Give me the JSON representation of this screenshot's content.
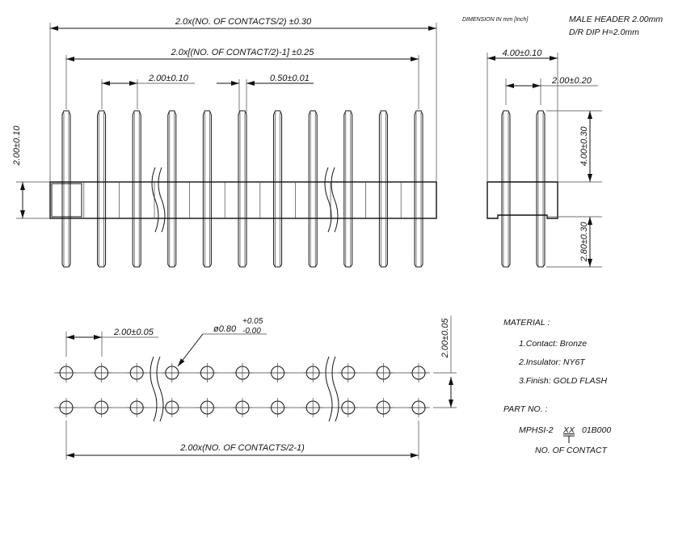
{
  "header": {
    "units_note": "DIMENSION IN mm [Inch]",
    "title_line1": "MALE HEADER 2.00mm",
    "title_line2": "D/R DIP H=2.0mm"
  },
  "front_view": {
    "overall_length": "2.0x(NO. OF CONTACTS/2) ±0.30",
    "pin_span": "2.0x[(NO. OF CONTACT/2)-1] ±0.25",
    "pitch": "2.00±0.10",
    "pin_width": "0.50±0.01",
    "body_height": "2.00±0.10",
    "pin_count_shown": 11
  },
  "side_view": {
    "body_width": "4.00±0.10",
    "row_pitch": "2.00±0.20",
    "upper_pin_length": "4.00±0.30",
    "lower_pin_length": "2.80±0.30"
  },
  "pcb_layout": {
    "pitch": "2.00±0.05",
    "hole_diameter": "ø0.80",
    "hole_tol_plus": "+0.05",
    "hole_tol_minus": "-0.00",
    "row_pitch": "2.00±0.05",
    "hole_span": "2.00x(NO. OF CONTACTS/2-1)"
  },
  "material": {
    "heading": "MATERIAL :",
    "items": [
      "1.Contact:  Bronze",
      "2.Insulator:  NY6T",
      "3.Finish:  GOLD  FLASH"
    ]
  },
  "part_number": {
    "heading": "PART NO. :",
    "prefix": "MPHSI-2",
    "variable": "XX",
    "suffix": "01B000",
    "variable_note": "NO. OF CONTACT"
  }
}
